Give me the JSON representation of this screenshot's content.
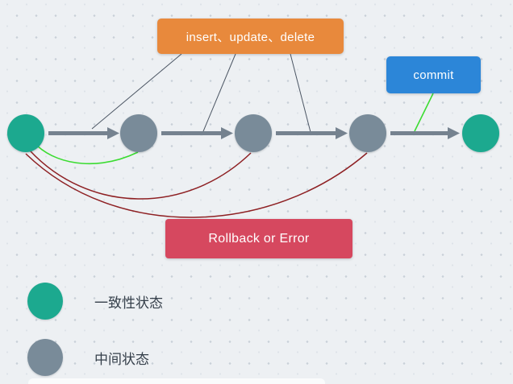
{
  "diagram": {
    "operations_box": {
      "label": "insert、update、delete",
      "color": "#E8893C"
    },
    "commit_box": {
      "label": "commit",
      "color": "#2C86D8"
    },
    "rollback_box": {
      "label": "Rollback or Error",
      "color": "#D6485F"
    },
    "nodes": [
      {
        "id": "state-1",
        "type": "consistent"
      },
      {
        "id": "state-2",
        "type": "intermediate"
      },
      {
        "id": "state-3",
        "type": "intermediate"
      },
      {
        "id": "state-4",
        "type": "intermediate"
      },
      {
        "id": "state-5",
        "type": "consistent"
      }
    ],
    "legend": {
      "items": [
        {
          "label": "一致性状态",
          "color": "#1CA98F"
        },
        {
          "label": "中间状态",
          "color": "#798B99"
        }
      ]
    },
    "colors": {
      "consistent_state": "#1CA98F",
      "intermediate_state": "#798B99",
      "arrow": "#75828F",
      "commit_line": "#3BDC31",
      "rollback_line": "#8E2023",
      "pointer_line": "#4B5563",
      "background": "#EDF0F3"
    }
  }
}
